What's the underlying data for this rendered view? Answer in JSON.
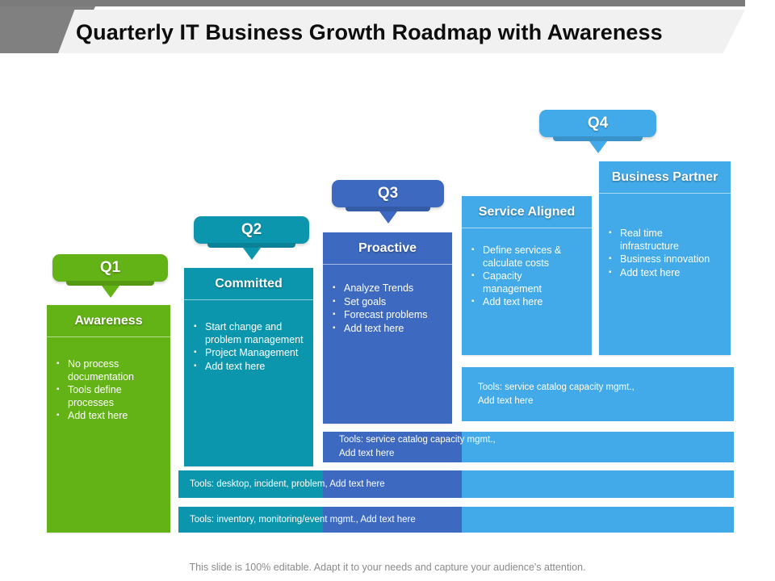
{
  "header": {
    "title": "Quarterly IT Business Growth Roadmap with Awareness"
  },
  "colors": {
    "green": "#63b216",
    "teal": "#0c96ae",
    "blue": "#3d6ac0",
    "lightblue": "#42aae8",
    "header_gray": "#808080",
    "header_band": "#f1f1f1",
    "title_text": "#0d0d0d",
    "footer_text": "#8a8a8a"
  },
  "tabs": [
    {
      "label": "Q1",
      "color": "green"
    },
    {
      "label": "Q2",
      "color": "teal"
    },
    {
      "label": "Q3",
      "color": "blue"
    },
    {
      "label": "Q4",
      "color": "lightblue"
    }
  ],
  "stages": [
    {
      "title": "Awareness",
      "color": "green",
      "bullets": [
        "No process documentation",
        "Tools define processes",
        "Add text here"
      ]
    },
    {
      "title": "Committed",
      "color": "teal",
      "bullets": [
        "Start change and problem management",
        "Project Management",
        "Add text here"
      ]
    },
    {
      "title": "Proactive",
      "color": "blue",
      "bullets": [
        "Analyze Trends",
        "Set goals",
        "Forecast problems",
        "Add text here"
      ]
    },
    {
      "title": "Service Aligned",
      "color": "lightblue",
      "bullets": [
        "Define services & calculate costs",
        "Capacity management",
        "Add text here"
      ]
    },
    {
      "title": "Business Partner",
      "color": "lightblue",
      "bullets": [
        "Real time infrastructure",
        "Business innovation",
        "Add text here"
      ]
    }
  ],
  "tools_rows": [
    {
      "line1": "Tools: service catalog capacity mgmt.,",
      "line2": "Add text here"
    },
    {
      "line1": "Tools: service catalog capacity mgmt.,",
      "line2": "Add text here"
    },
    {
      "line1": "Tools: desktop, incident, problem, Add text here",
      "line2": ""
    },
    {
      "line1": "Tools: inventory, monitoring/event mgmt., Add text here",
      "line2": ""
    }
  ],
  "footer": {
    "note": "This slide is 100% editable. Adapt it to your needs and capture your audience's attention."
  }
}
